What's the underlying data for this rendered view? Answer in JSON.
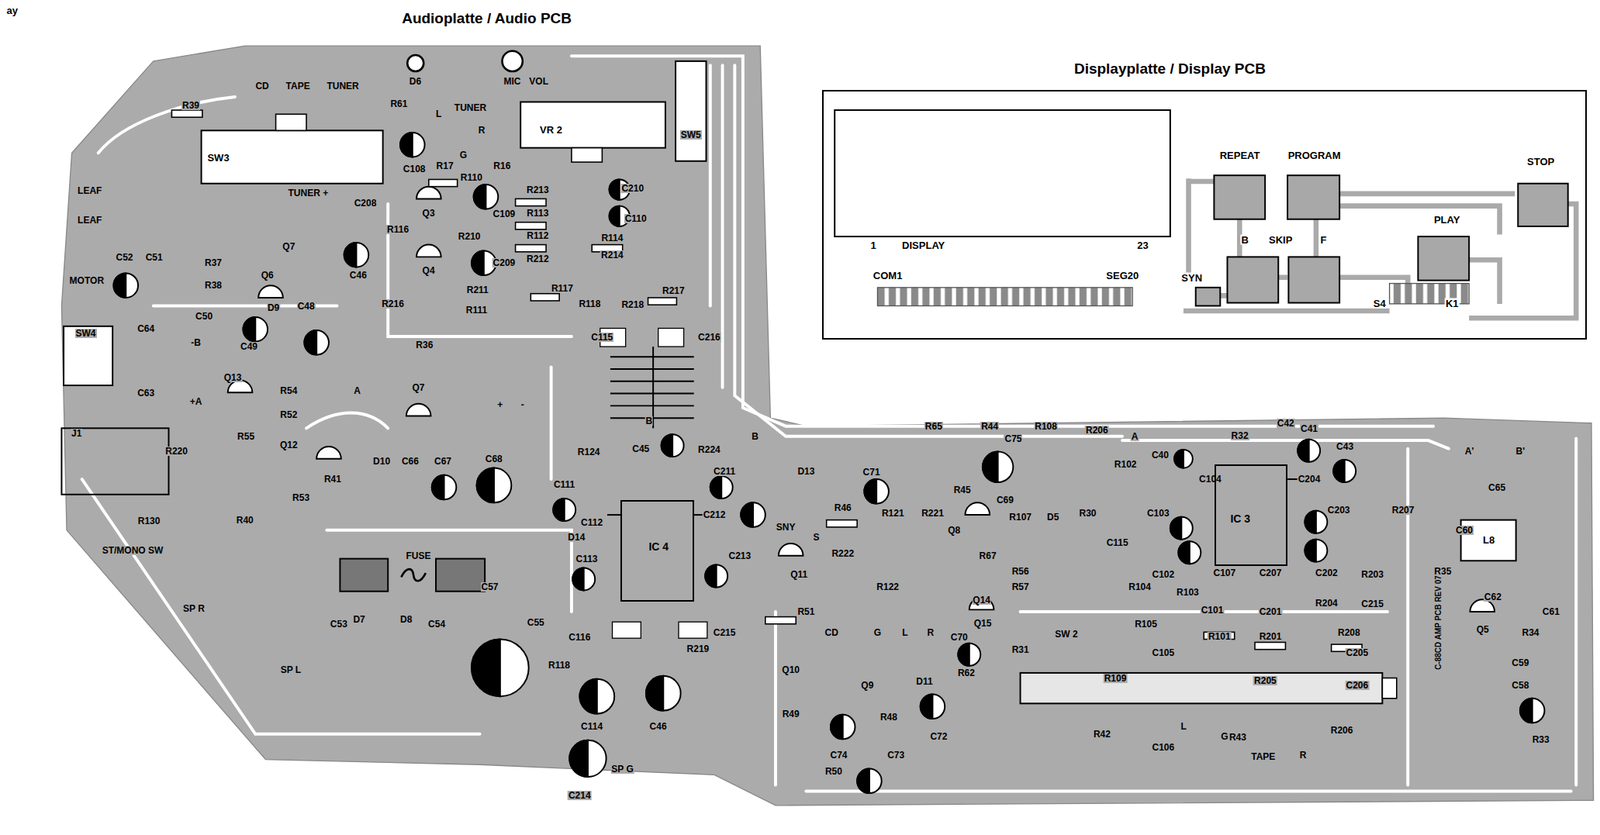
{
  "diagram": {
    "nodes": [
      {
        "text": [
          "Audioplatte / Audio PCB"
        ]
      },
      {
        "text": [
          "Displayplatte / Display PCB"
        ]
      },
      {
        "text": [
          "IC 4"
        ],
        "in": 0
      },
      {
        "text": [
          "IC 3"
        ],
        "in": 0
      },
      {
        "text": [
          "VR 2"
        ],
        "in": 0
      },
      {
        "text": [
          "SW3"
        ],
        "in": 0
      },
      {
        "text": [
          "L8"
        ],
        "in": 0
      }
    ],
    "labels": [
      "ay",
      "R39",
      "CD",
      "TAPE",
      "TUNER",
      "D6",
      "MIC",
      "VOL",
      "R61",
      "TUNER",
      "L",
      "R",
      "TUNER +",
      "SW5",
      "R17",
      "G",
      "R16",
      "C108",
      "R110",
      "C208",
      "Q3",
      "C109",
      "R213",
      "R113",
      "R112",
      "R212",
      "C210",
      "C110",
      "R114",
      "R214",
      "R116",
      "R210",
      "C46",
      "Q4",
      "C209",
      "R216",
      "R211",
      "R111",
      "R117",
      "R118",
      "R218",
      "R217",
      "R36",
      "C115",
      "C216",
      "LEAF",
      "LEAF",
      "R37",
      "Q7",
      "Q6",
      "R38",
      "C52",
      "C51",
      "MOTOR",
      "C50",
      "D9",
      "C49",
      "C48",
      "SW4",
      "C64",
      "-B",
      "C63",
      "+A",
      "Q13",
      "R54",
      "A",
      "R52",
      "Q7",
      "R55",
      "R220",
      "Q12",
      "J1",
      "D10",
      "C66",
      "C67",
      "C68",
      "R41",
      "R53",
      "R40",
      "R130",
      "ST/MONO SW",
      "SP R",
      "SP L",
      "FUSE",
      "D7",
      "D8",
      "C53",
      "C54",
      "C57",
      "C55",
      "+",
      "-",
      "R124",
      "B",
      "C45",
      "R224",
      "C111",
      "C211",
      "C112",
      "C212",
      "D14",
      "C113",
      "C213",
      "C116",
      "R219",
      "C215",
      "R118",
      "C114",
      "C46",
      "C214",
      "SP G",
      "B",
      "D13",
      "SNY",
      "R46",
      "S",
      "C71",
      "R121",
      "R221",
      "R222",
      "R122",
      "Q11",
      "R51",
      "R65",
      "R44",
      "R108",
      "R206",
      "C75",
      "A",
      "C40",
      "R32",
      "C42",
      "C41",
      "C43",
      "R102",
      "C104",
      "C204",
      "R45",
      "C69",
      "R107",
      "D5",
      "R30",
      "Q8",
      "C103",
      "C203",
      "R207",
      "C115",
      "R67",
      "R56",
      "R57",
      "Q14",
      "R104",
      "C102",
      "C107",
      "C207",
      "C202",
      "R203",
      "R103",
      "R204",
      "C215",
      "C101",
      "C201",
      "R35",
      "C60",
      "C65",
      "A'",
      "B'",
      "C62",
      "C61",
      "Q5",
      "R34",
      "C59",
      "C58",
      "R33",
      "C-88CD AMP PCB REV 07",
      "R105",
      "R101",
      "R201",
      "R208",
      "C105",
      "C205",
      "SW 2",
      "R31",
      "Q15",
      "C70",
      "R62",
      "CD",
      "G",
      "L",
      "R",
      "Q10",
      "Q9",
      "D11",
      "R49",
      "R48",
      "C72",
      "C74",
      "C73",
      "R50",
      "R109",
      "R205",
      "C206",
      "R206",
      "R42",
      "C106",
      "R43",
      "L",
      "G",
      "TAPE",
      "R",
      "1",
      "DISPLAY",
      "23",
      "COM1",
      "SEG20",
      "REPEAT",
      "PROGRAM",
      "STOP",
      "PLAY",
      "B",
      "SKIP",
      "F",
      "SYN",
      "S4",
      "K1"
    ]
  }
}
